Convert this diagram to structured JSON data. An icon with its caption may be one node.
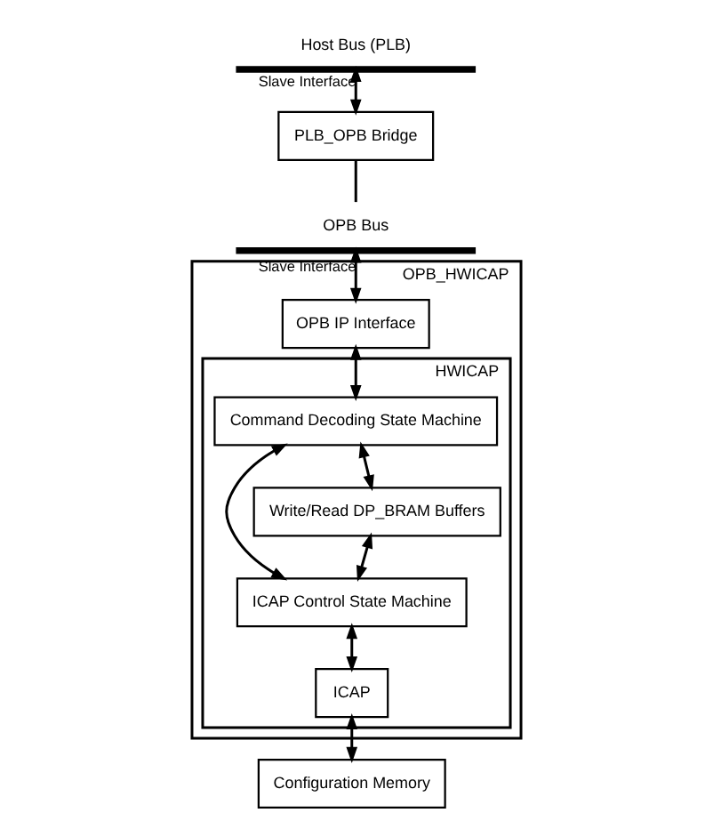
{
  "diagram": {
    "nodes": [
      {
        "text": [
          "Host Bus (PLB)"
        ]
      },
      {
        "text": [
          "PLB_OPB Bridge"
        ]
      },
      {
        "text": [
          "OPB Bus"
        ]
      },
      {
        "text": [
          "OPB_HWICAP"
        ]
      },
      {
        "text": [
          "OPB IP Interface"
        ],
        "in": 3
      },
      {
        "text": [
          "HWICAP"
        ],
        "in": 3
      },
      {
        "text": [
          "Command Decoding State Machine"
        ],
        "in": 5
      },
      {
        "text": [
          "ICAP Control State Machine"
        ],
        "in": 5
      },
      {
        "text": [
          "Write/Read DP_BRAM Buffers"
        ],
        "in": 5
      },
      {
        "text": [
          "ICAP"
        ],
        "in": 5
      },
      {
        "text": [
          "Configuration Memory"
        ]
      }
    ],
    "edges": [
      {
        "from": 0,
        "to": 1,
        "arrow": "both",
        "label": "Slave Interface"
      },
      {
        "from": 1,
        "to": 2,
        "arrow": "none"
      },
      {
        "from": 2,
        "to": 4,
        "arrow": "both",
        "label": "Slave Interface"
      },
      {
        "from": 4,
        "to": 6,
        "arrow": "both"
      },
      {
        "from": 6,
        "to": 7,
        "arrow": "both"
      },
      {
        "from": 6,
        "to": 8,
        "arrow": "both"
      },
      {
        "from": 8,
        "to": 7,
        "arrow": "both"
      },
      {
        "from": 7,
        "to": 9,
        "arrow": "both"
      },
      {
        "from": 9,
        "to": 10,
        "arrow": "both"
      }
    ]
  }
}
